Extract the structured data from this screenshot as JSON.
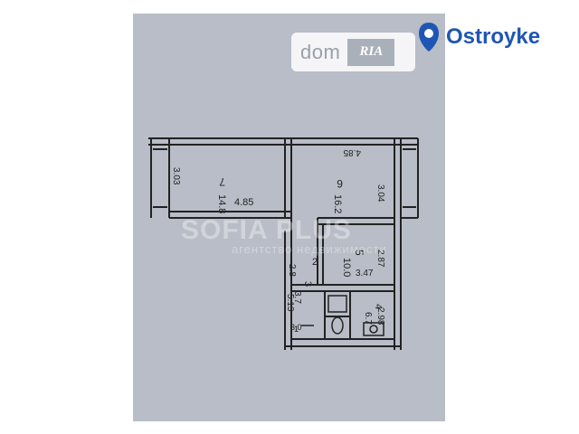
{
  "watermark": {
    "main": "SOFIA PLUS",
    "sub": "агентство недвижимости"
  },
  "logos": {
    "dom": "dom",
    "ria": "RIA",
    "ostroyke": "Ostroyke"
  },
  "rooms": {
    "r7": {
      "number": "7",
      "area": "14.8"
    },
    "r6": {
      "number": "6",
      "area": "16.2"
    },
    "r5": {
      "number": "5",
      "area": "10.0"
    },
    "r4": {
      "number": "4",
      "area": "6.7"
    },
    "r3": {
      "number": "3",
      "area": "3.7"
    },
    "r2": {
      "number": "2"
    },
    "r1": {
      "number": "1"
    }
  },
  "dimensions": {
    "d1": "3.03",
    "d2": "4.85",
    "d3": "4.85",
    "d4": "3.04",
    "d5": "2.87",
    "d6": "3.47",
    "d7": "2.98",
    "d8": "2.8",
    "d9": "5.13",
    "d10": "3.0"
  },
  "colors": {
    "paper": "#b8bdc7",
    "ink": "#222222",
    "ostroyke_blue": "#1f56b5"
  }
}
